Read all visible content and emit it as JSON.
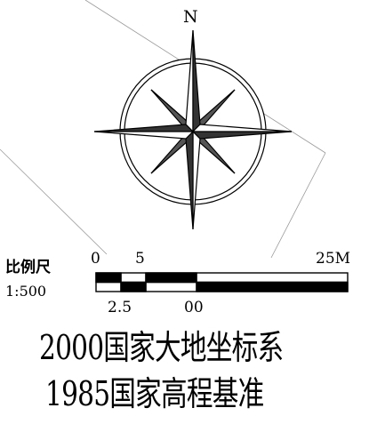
{
  "compass": {
    "north_label": "N"
  },
  "scale_bar": {
    "title": "比例尺",
    "ratio": "1:500",
    "top_ticks": [
      "0",
      "5",
      "25M"
    ],
    "bottom_ticks": [
      "2.5",
      "00"
    ]
  },
  "datum": {
    "horizontal": "2000国家大地坐标系",
    "vertical": "1985国家高程基准"
  },
  "colors": {
    "ink": "#000000",
    "parcel_line": "#9a9a9a",
    "background": "#ffffff"
  },
  "icons": [
    "compass-rose-icon"
  ]
}
